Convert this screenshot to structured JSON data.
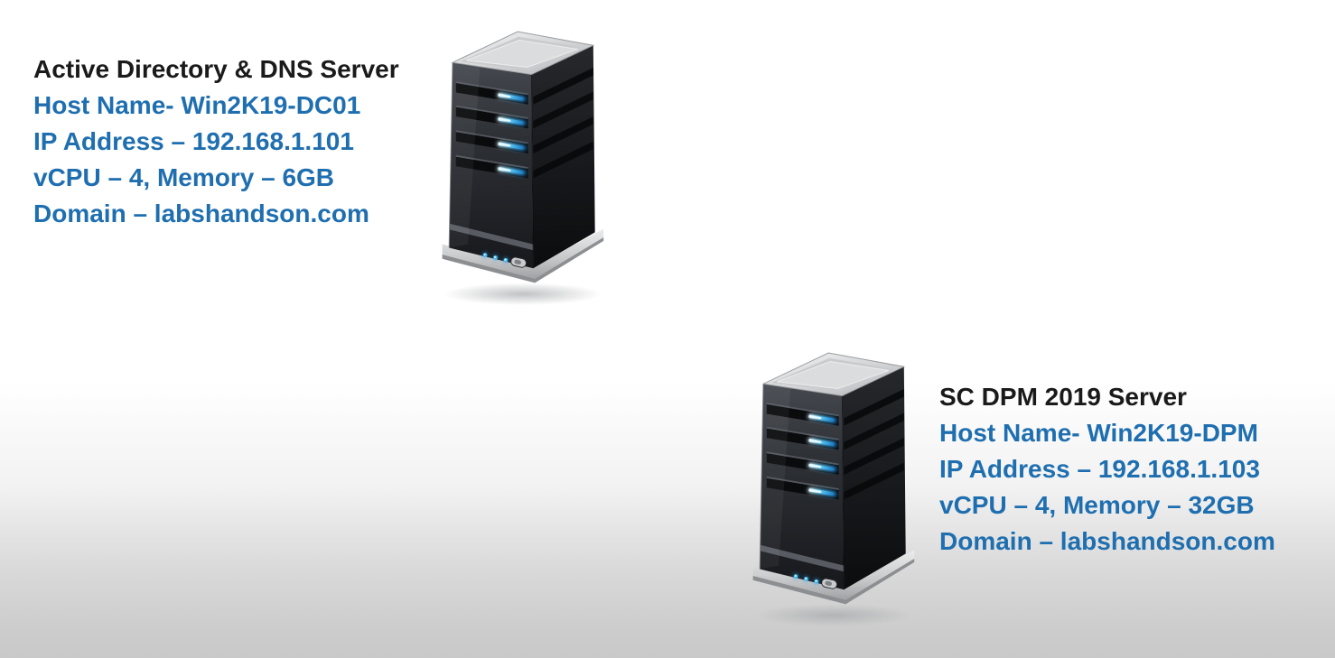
{
  "canvas": {
    "background_top": "#ffffff",
    "background_bottom": "#c9c9c9"
  },
  "colors": {
    "title_text": "#1a1a1a",
    "info_text": "#1f6fb0",
    "led_blue": "#45b7f0",
    "server_body_dark": "#1b1d20",
    "server_top_silver": "#d4d6d8"
  },
  "servers": [
    {
      "icon": "server-tower-icon",
      "title": "Active Directory & DNS Server",
      "lines": [
        "Host Name- Win2K19-DC01",
        "IP Address – 192.168.1.101",
        "vCPU – 4, Memory – 6GB",
        "Domain – labshandson.com"
      ]
    },
    {
      "icon": "server-tower-icon",
      "title": "SC DPM 2019 Server",
      "lines": [
        "Host Name- Win2K19-DPM",
        "IP Address – 192.168.1.103",
        "vCPU – 4, Memory – 32GB",
        "Domain – labshandson.com"
      ]
    }
  ]
}
